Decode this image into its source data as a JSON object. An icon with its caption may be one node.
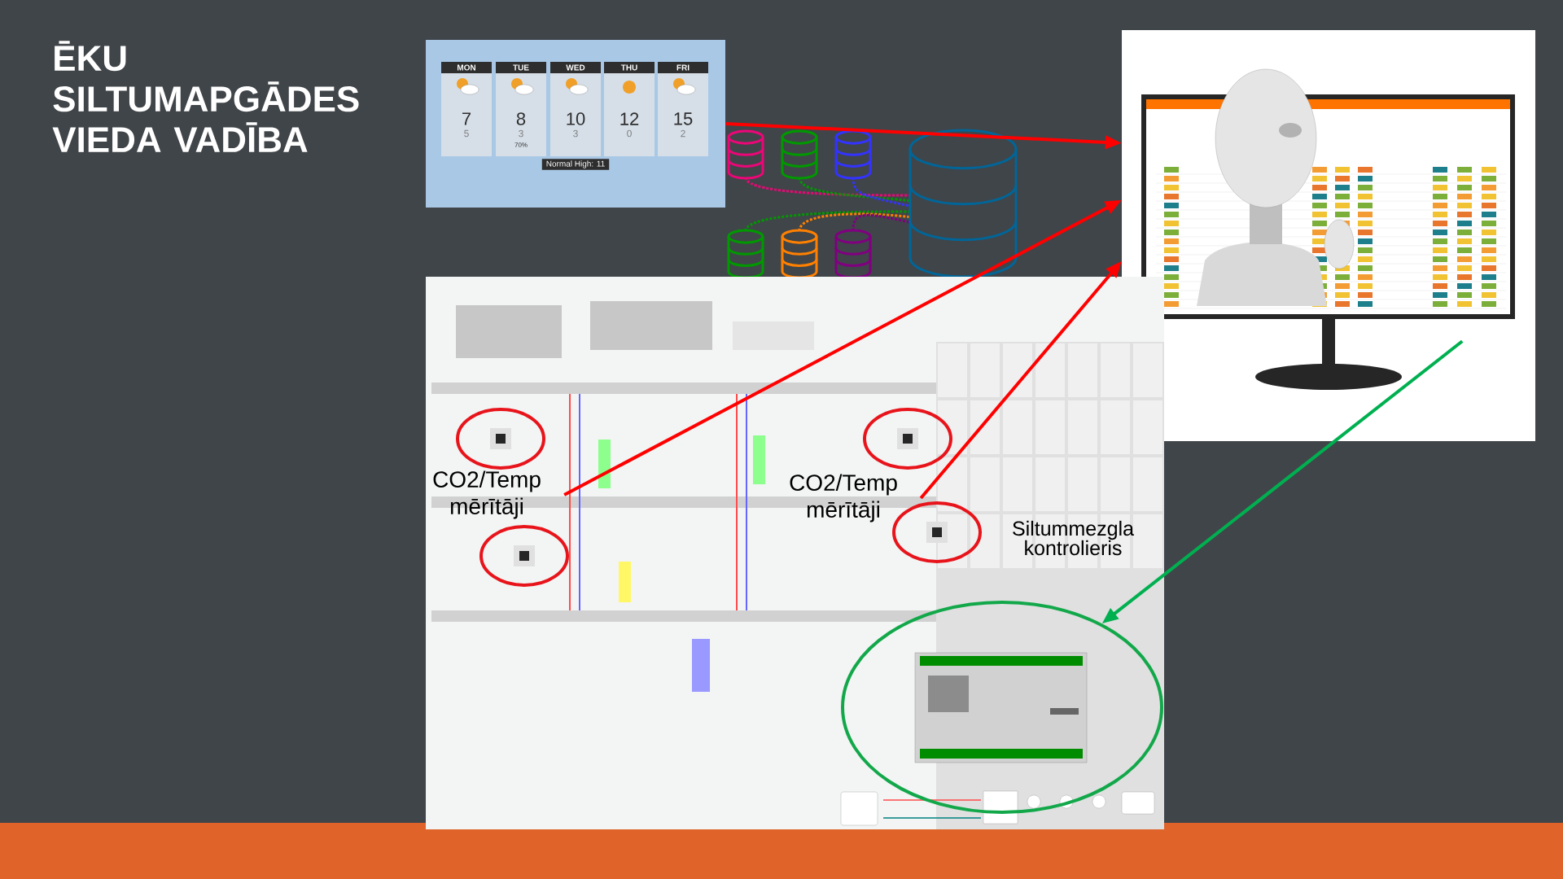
{
  "diagram": {
    "title": "ĒKU SILTUMAPGĀDES VIEDA VADĪBA",
    "nodes": [
      {
        "text": [],
        "shape": "picture"
      },
      {
        "text": [],
        "shape": "picture"
      },
      {
        "text": [],
        "shape": "picture"
      },
      {
        "text": [],
        "shape": "circle",
        "in": 2
      },
      {
        "text": [
          "CO2/Temp mērītāji"
        ],
        "in": 2
      },
      {
        "text": [],
        "shape": "circle",
        "in": 2
      },
      {
        "text": [
          "CO2/Temp mērītāji"
        ],
        "in": 2
      },
      {
        "text": [],
        "shape": "circle",
        "in": 2
      },
      {
        "text": [],
        "shape": "circle",
        "in": 2
      },
      {
        "text": [],
        "shape": "circle",
        "in": 2
      }
    ],
    "edges": [
      {
        "from": 0,
        "to": 1,
        "arrow": "to"
      },
      {
        "from": 4,
        "to": 1,
        "arrow": "to"
      },
      {
        "from": 6,
        "to": 1,
        "arrow": "to"
      },
      {
        "from": 1,
        "to": 9,
        "arrow": "to",
        "color": "#00b050"
      }
    ],
    "labels": [
      "MON",
      "TUE",
      "WED",
      "THU",
      "FRI",
      "7",
      "8",
      "10",
      "12",
      "15",
      "5",
      "3",
      "3",
      "0",
      "2",
      "70%",
      "Normal High: 11",
      "Siltummezgla kontrolieris"
    ]
  }
}
